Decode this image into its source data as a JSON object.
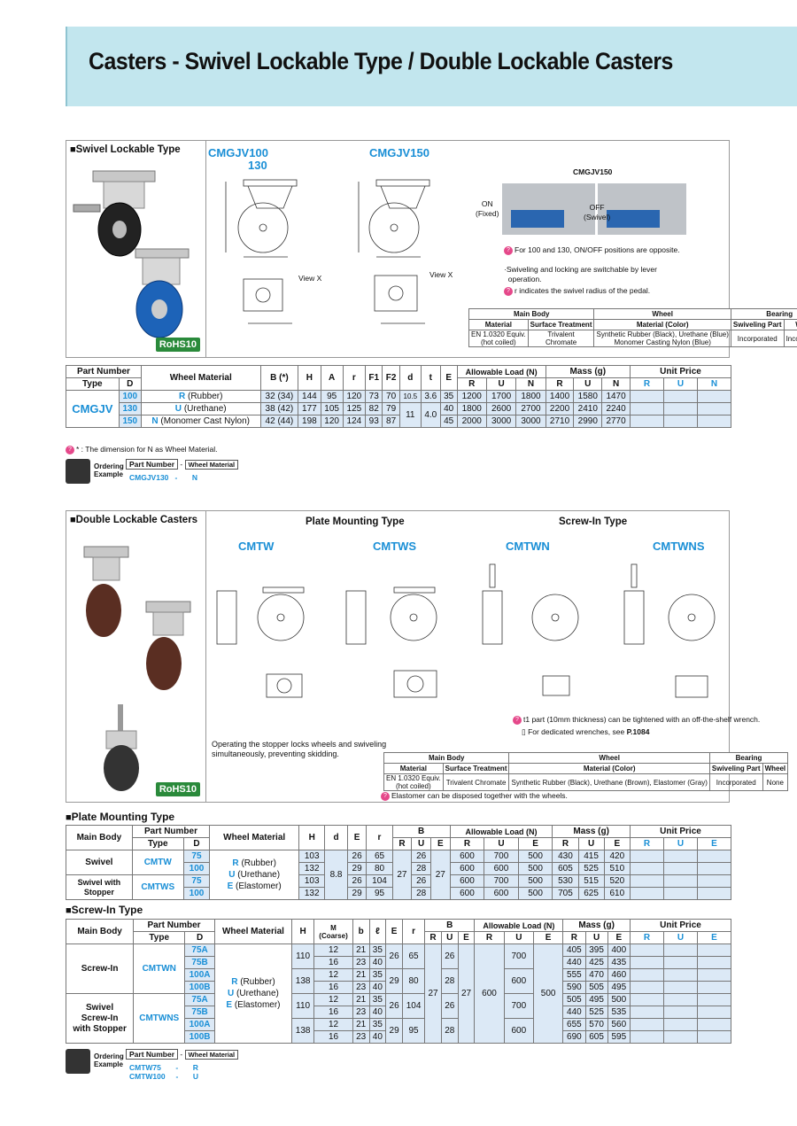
{
  "title": "Casters - Swivel Lockable Type / Double Lockable Casters",
  "rohs": "RoHS10",
  "s1": {
    "label": "Swivel Lockable Type",
    "model_a_1": "CMGJV100",
    "model_a_2": "130",
    "model_b": "CMGJV150",
    "photo_caption": "CMGJV150",
    "on_label": "ON",
    "on_sub": "(Fixed)",
    "off_label": "OFF",
    "off_sub": "(Swivel)",
    "note1": "For 100 and 130, ON/OFF positions are opposite.",
    "note2a": "·Swiveling and locking are switchable by lever",
    "note2b": "operation.",
    "note3": "r indicates the swivel radius of the pedal.",
    "view_x": "View X",
    "mat": {
      "main_body": "Main Body",
      "wheel": "Wheel",
      "bearing": "Bearing",
      "m_material": "Material",
      "s_surface": "Surface Treatment",
      "m_material_color": "Material (Color)",
      "swivel_part": "Swiveling Part",
      "wheel_col": "Wheel",
      "body_mat_1": "EN 1.0320 Equiv.",
      "body_mat_2": "(hot coiled)",
      "surf_1": "Trivalent",
      "surf_2": "Chromate",
      "wheel_mat_1": "Synthetic Rubber (Black), Urethane (Blue)",
      "wheel_mat_2": "Monomer Casting Nylon (Blue)",
      "bear1": "Incorporated",
      "bear2": "Incorporated"
    },
    "table": {
      "h_part_number": "Part Number",
      "h_type": "Type",
      "h_d": "D",
      "h_wheel_material": "Wheel Material",
      "h_b": "B (*)",
      "h_h": "H",
      "h_a": "A",
      "h_r": "r",
      "h_f1": "F1",
      "h_f2": "F2",
      "h_dd": "d",
      "h_t": "t",
      "h_e": "E",
      "h_load": "Allowable Load (N)",
      "h_mass": "Mass (g)",
      "h_price": "Unit Price",
      "h_R": "R",
      "h_U": "U",
      "h_N": "N",
      "type": "CMGJV",
      "wm_R": "R",
      "wm_R_txt": "(Rubber)",
      "wm_U": "U",
      "wm_U_txt": "(Urethane)",
      "wm_N": "N",
      "wm_N_txt": "(Monomer Cast Nylon)",
      "d_shared": "11",
      "t_shared": "4.0",
      "e_shared": "40",
      "rows": [
        {
          "D": "100",
          "B": "32 (34)",
          "H": "144",
          "A": "95",
          "r": "120",
          "F1": "73",
          "F2": "70",
          "d": "10.5",
          "t": "3.6",
          "E": "35",
          "lR": "1200",
          "lU": "1700",
          "lN": "1800",
          "mR": "1400",
          "mU": "1580",
          "mN": "1470"
        },
        {
          "D": "130",
          "B": "38 (42)",
          "H": "177",
          "A": "105",
          "r": "125",
          "F1": "82",
          "F2": "79",
          "lR": "1800",
          "lU": "2600",
          "lN": "2700",
          "mR": "2200",
          "mU": "2410",
          "mN": "2240"
        },
        {
          "D": "150",
          "B": "42 (44)",
          "H": "198",
          "A": "120",
          "r": "124",
          "F1": "93",
          "F2": "87",
          "E": "45",
          "lR": "2000",
          "lU": "3000",
          "lN": "3000",
          "mR": "2710",
          "mU": "2990",
          "mN": "2770"
        }
      ]
    },
    "footnote": "* : The dimension for N as Wheel Material.",
    "ordering_1": "Ordering",
    "ordering_2": "Example",
    "ord_pn": "Part Number",
    "ord_dash": "-",
    "ord_wm": "Wheel Material",
    "ord_ex_pn": "CMGJV130",
    "ord_ex_wm": "N"
  },
  "s2": {
    "label": "Double Lockable Casters",
    "plate_title": "Plate Mounting Type",
    "screw_title": "Screw-In Type",
    "m1": "CMTW",
    "m2": "CMTWS",
    "m3": "CMTWN",
    "m4": "CMTWNS",
    "desc1": "Operating the stopper locks wheels and swiveling",
    "desc2": "simultaneously, preventing skidding.",
    "note_t": "t1 part (10mm thickness) can be tightened with an off-the-shelf wrench.",
    "note_w": "For dedicated wrenches, see",
    "note_w_p": "P.1084",
    "note_e": "Elastomer can be disposed together with the wheels.",
    "mat": {
      "main_body": "Main Body",
      "wheel": "Wheel",
      "bearing": "Bearing",
      "m_material": "Material",
      "s_surface": "Surface Treatment",
      "m_material_color": "Material (Color)",
      "swivel_part": "Swiveling Part",
      "wheel_col": "Wheel",
      "body_mat_1": "EN 1.0320 Equiv.",
      "body_mat_2": "(hot coiled)",
      "surf": "Trivalent Chromate",
      "wheel_mat": "Synthetic Rubber (Black), Urethane (Brown), Elastomer (Gray)",
      "bear1": "Incorporated",
      "bear2": "None"
    }
  },
  "plate": {
    "head": "Plate Mounting Type",
    "h_main_body": "Main Body",
    "h_part_number": "Part Number",
    "h_type": "Type",
    "h_d": "D",
    "h_wheel_material": "Wheel Material",
    "h_h": "H",
    "h_dd": "d",
    "h_e": "E",
    "h_r": "r",
    "h_b": "B",
    "h_load": "Allowable Load (N)",
    "h_mass": "Mass (g)",
    "h_price": "Unit Price",
    "h_R": "R",
    "h_U": "U",
    "h_E": "E",
    "swivel": "Swivel",
    "swivel_stopper_1": "Swivel with",
    "swivel_stopper_2": "Stopper",
    "t1": "CMTW",
    "t2": "CMTWS",
    "wm_R": "R",
    "wm_R_txt": "(Rubber)",
    "wm_U": "U",
    "wm_U_txt": "(Urethane)",
    "wm_E": "E",
    "wm_E_txt": "(Elastomer)",
    "d_shared": "8.8",
    "bR_shared": "27",
    "bE_shared": "27",
    "rows": [
      {
        "D": "75",
        "H": "103",
        "E": "26",
        "r": "65",
        "bU": "26",
        "lR": "600",
        "lU": "700",
        "lE": "500",
        "mR": "430",
        "mU": "415",
        "mE": "420"
      },
      {
        "D": "100",
        "H": "132",
        "E": "29",
        "r": "80",
        "bU": "28",
        "lR": "600",
        "lU": "600",
        "lE": "500",
        "mR": "605",
        "mU": "525",
        "mE": "510"
      },
      {
        "D": "75",
        "H": "103",
        "E": "26",
        "r": "104",
        "bU": "26",
        "lR": "600",
        "lU": "700",
        "lE": "500",
        "mR": "530",
        "mU": "515",
        "mE": "520"
      },
      {
        "D": "100",
        "H": "132",
        "E": "29",
        "r": "95",
        "bU": "28",
        "lR": "600",
        "lU": "600",
        "lE": "500",
        "mR": "705",
        "mU": "625",
        "mE": "610"
      }
    ]
  },
  "screw": {
    "head": "Screw-In Type",
    "h_main_body": "Main Body",
    "h_part_number": "Part Number",
    "h_type": "Type",
    "h_d": "D",
    "h_wheel_material": "Wheel Material",
    "h_h": "H",
    "h_m": "M",
    "h_m_sub": "(Coarse)",
    "h_b": "b",
    "h_l": "ℓ",
    "h_e": "E",
    "h_r": "r",
    "h_bb": "B",
    "h_load": "Allowable Load (N)",
    "h_mass": "Mass (g)",
    "h_price": "Unit Price",
    "h_R": "R",
    "h_U": "U",
    "h_E": "E",
    "screw_in": "Screw-In",
    "swivel_1": "Swivel",
    "swivel_2": "Screw-In",
    "swivel_3": "with Stopper",
    "t1": "CMTWN",
    "t2": "CMTWNS",
    "wm_R": "R",
    "wm_R_txt": "(Rubber)",
    "wm_U": "U",
    "wm_U_txt": "(Urethane)",
    "wm_E": "E",
    "wm_E_txt": "(Elastomer)",
    "bR_shared": "27",
    "bE_shared": "27",
    "lR_shared": "600",
    "lE_shared": "500",
    "rows": [
      {
        "D": "75A",
        "M": "12",
        "b": "21",
        "l": "35",
        "mR": "405",
        "mU": "395",
        "mE": "400"
      },
      {
        "D": "75B",
        "M": "16",
        "b": "23",
        "l": "40",
        "mR": "440",
        "mU": "425",
        "mE": "435"
      },
      {
        "D": "100A",
        "M": "12",
        "b": "21",
        "l": "35",
        "mR": "555",
        "mU": "470",
        "mE": "460"
      },
      {
        "D": "100B",
        "M": "16",
        "b": "23",
        "l": "40",
        "mR": "590",
        "mU": "505",
        "mE": "495"
      },
      {
        "D": "75A",
        "M": "12",
        "b": "21",
        "l": "35",
        "mR": "505",
        "mU": "495",
        "mE": "500"
      },
      {
        "D": "75B",
        "M": "16",
        "b": "23",
        "l": "40",
        "mR": "440",
        "mU": "525",
        "mE": "535"
      },
      {
        "D": "100A",
        "M": "12",
        "b": "21",
        "l": "35",
        "mR": "655",
        "mU": "570",
        "mE": "560"
      },
      {
        "D": "100B",
        "M": "16",
        "b": "23",
        "l": "40",
        "mR": "690",
        "mU": "605",
        "mE": "595"
      }
    ],
    "groups": [
      {
        "H": "110",
        "E": "26",
        "r": "65",
        "bU": "26",
        "lU": "700"
      },
      {
        "H": "138",
        "E": "29",
        "r": "80",
        "bU": "28",
        "lU": "600"
      },
      {
        "H": "110",
        "E": "26",
        "r": "104",
        "bU": "26",
        "lU": "700"
      },
      {
        "H": "138",
        "E": "29",
        "r": "95",
        "bU": "28",
        "lU": "600"
      }
    ]
  },
  "ordering2": {
    "o1": "Ordering",
    "o2": "Example",
    "pn": "Part Number",
    "dash": "-",
    "wm": "Wheel Material",
    "ex1_pn": "CMTW75",
    "ex1_wm": "R",
    "ex2_pn": "CMTW100",
    "ex2_wm": "U"
  }
}
